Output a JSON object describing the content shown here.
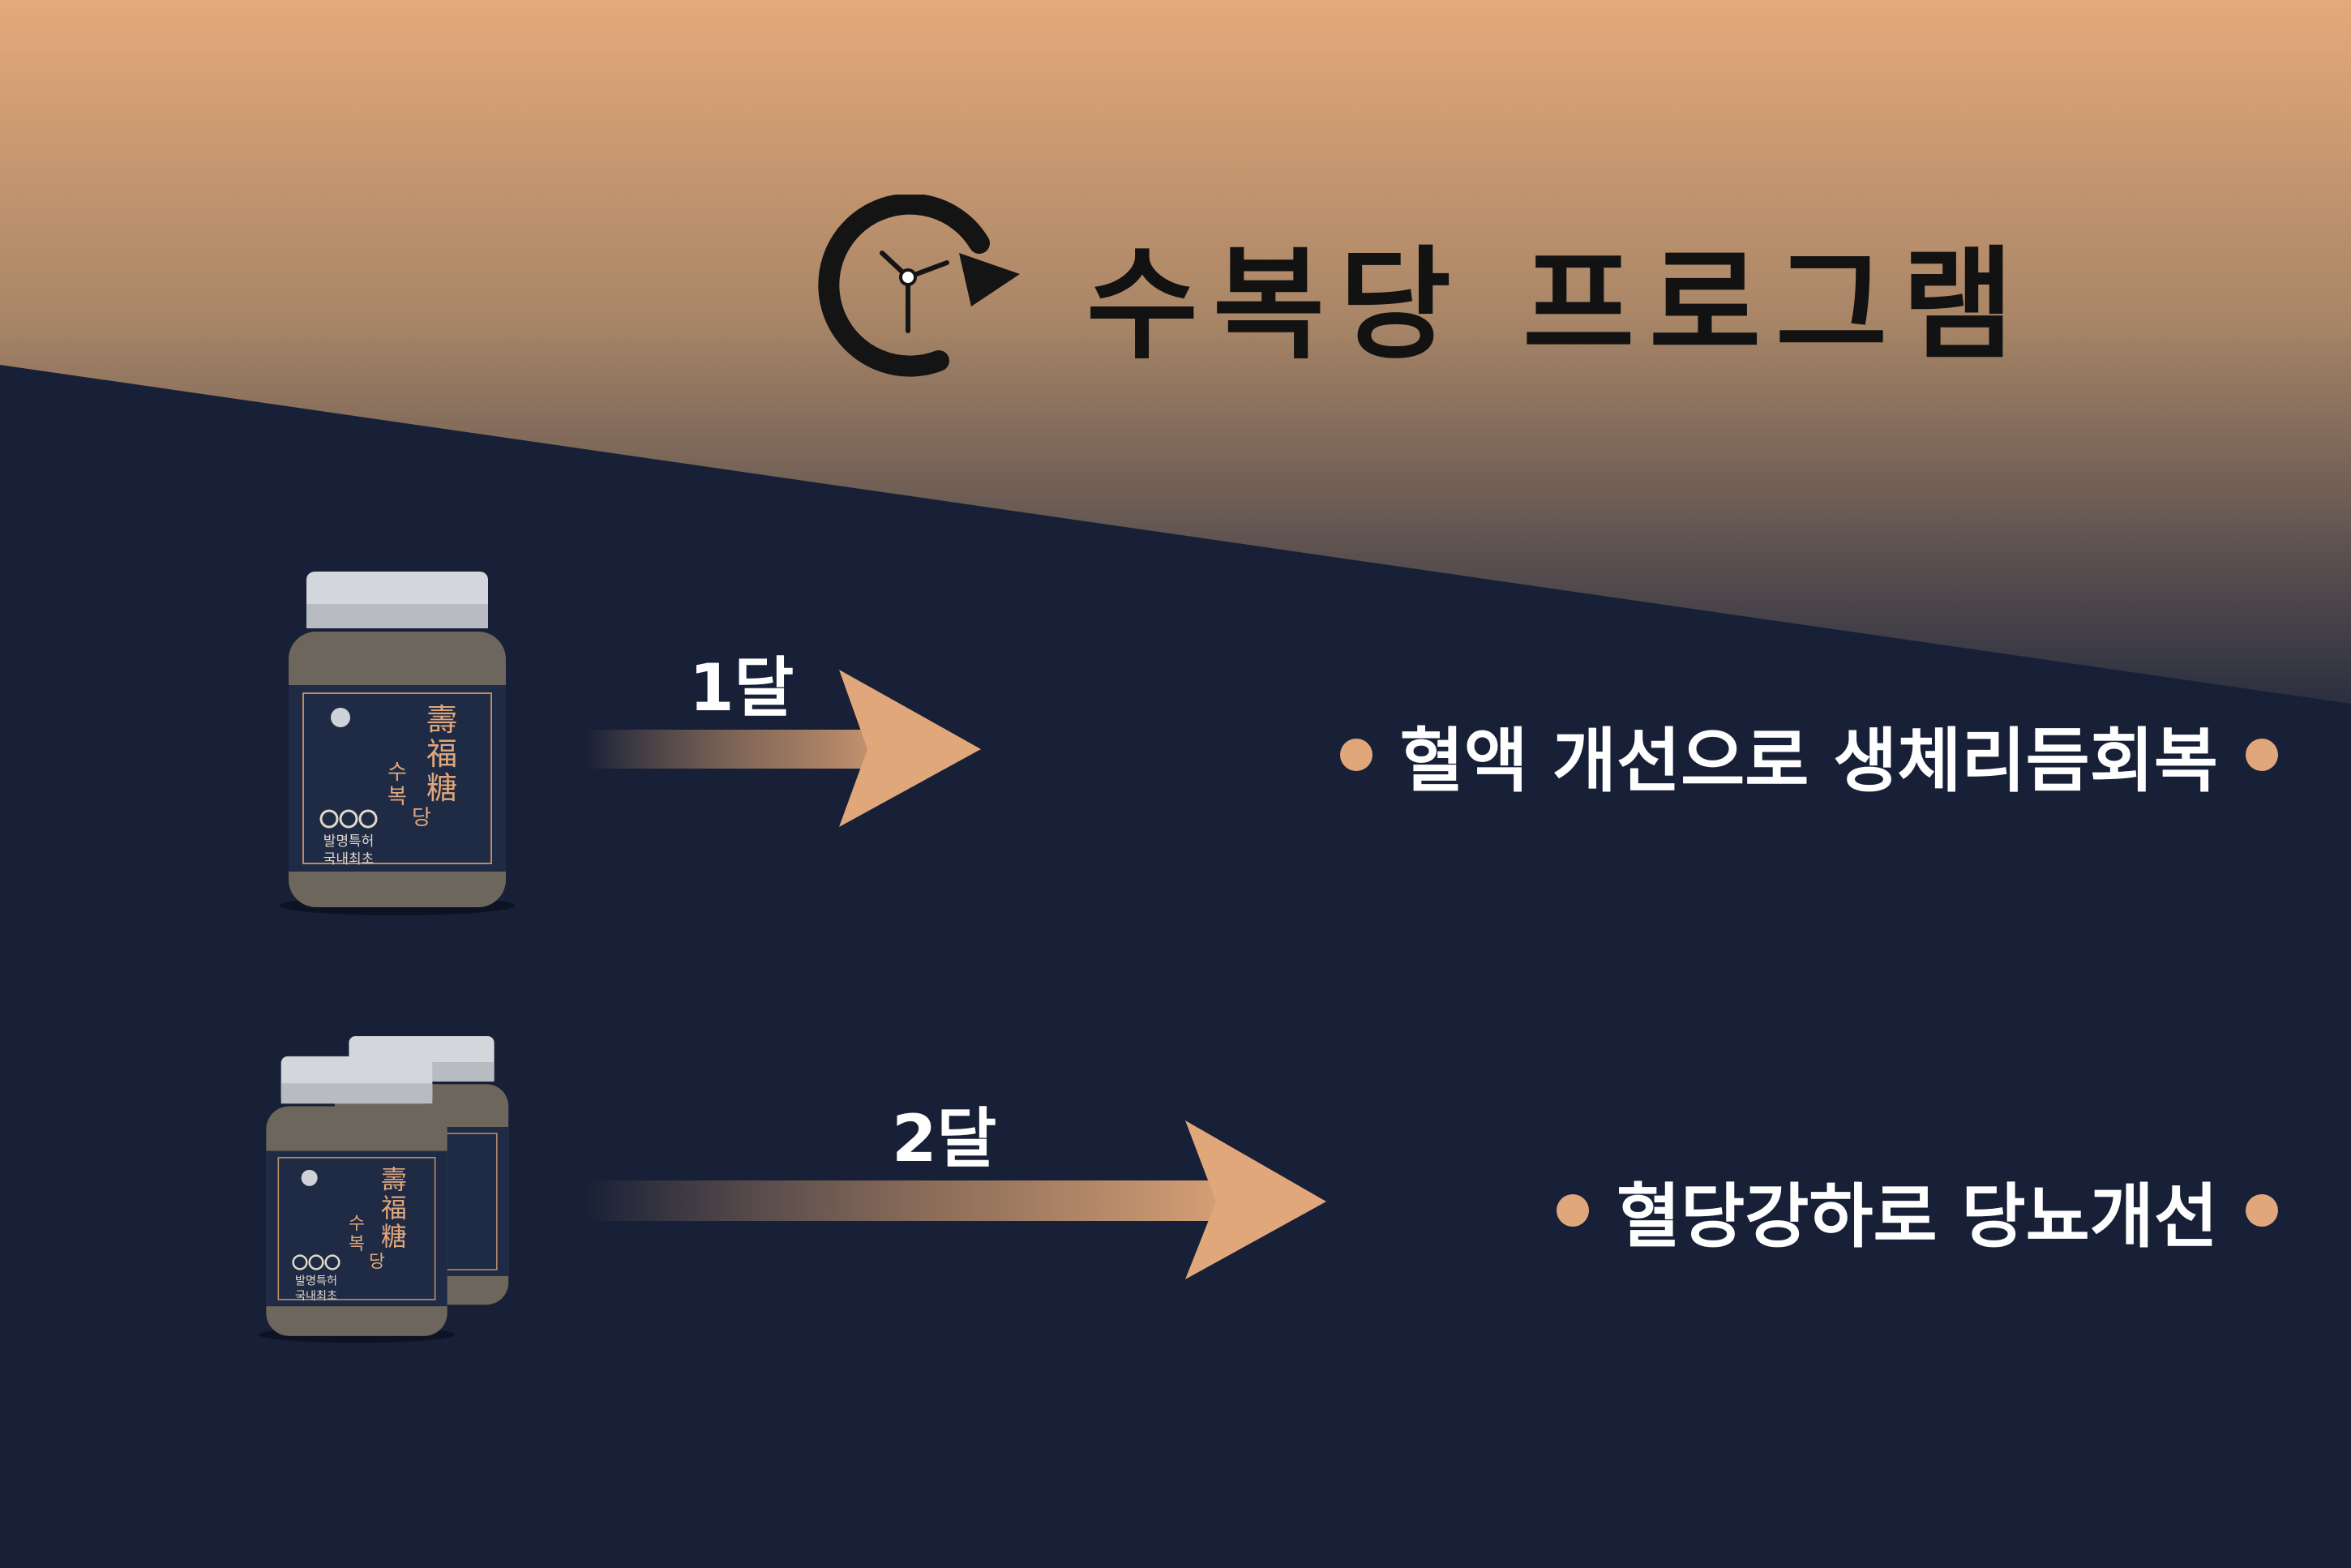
{
  "header": {
    "title": "수복당 프로그램",
    "icon": "clock-refresh-icon"
  },
  "product": {
    "label_hanja": "壽福糖",
    "label_hangul": "수복당",
    "badge_line1": "발명특허",
    "badge_line2": "국내최초"
  },
  "steps": [
    {
      "period": "1달",
      "result": "혈액 개선으로 생체리듬회복",
      "bottle_count": 1
    },
    {
      "period": "2달",
      "result": "혈당강하로 당뇨개선",
      "bottle_count": 2
    }
  ],
  "colors": {
    "navy": "#172036",
    "gold": "#e0a77b",
    "title_text": "#121212",
    "bottle_label": "#1f2a45",
    "cap": "#d3d6da"
  }
}
